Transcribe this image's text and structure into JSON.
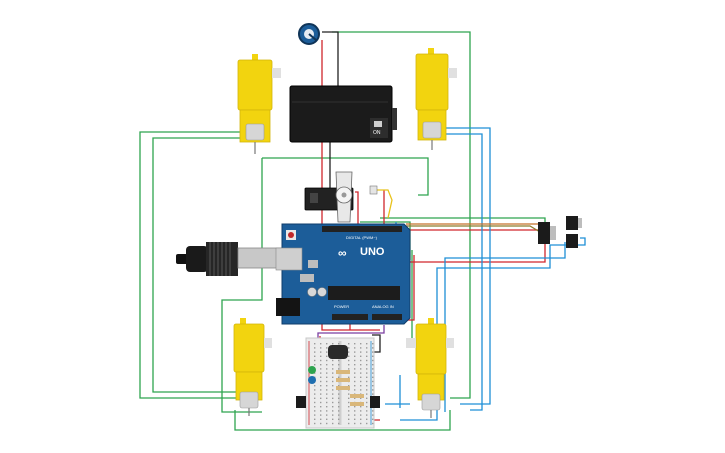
{
  "arduino": {
    "logo": "∞",
    "model": "UNO",
    "digital_label": "DIGITAL (PWM~)",
    "analog_label": "ANALOG IN",
    "power_label": "POWER"
  },
  "battery": {
    "switch_label": "ON"
  },
  "colors": {
    "wire_green": "#2ea44f",
    "wire_red": "#d0262c",
    "wire_blue": "#1e8fd6",
    "wire_black": "#222222",
    "wire_purple": "#7b3fa0",
    "wire_yellow": "#e8c21c",
    "motor_yellow": "#f2d40f",
    "arduino_blue": "#1c5d99",
    "battery_black": "#1b1b1b"
  },
  "icons": {
    "potentiometer": "knob-icon",
    "usb": "usb-plug-icon",
    "servo": "servo-icon"
  }
}
